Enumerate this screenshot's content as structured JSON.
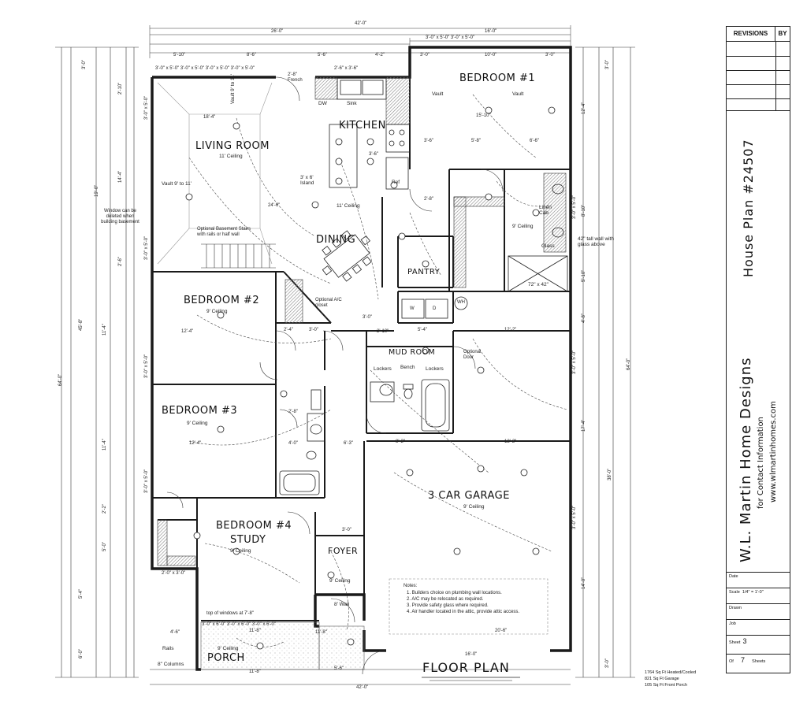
{
  "plan": {
    "title": "FLOOR PLAN",
    "overall_width": "42'-0\"",
    "overall_depth": "64'-0\"",
    "left_depth": "45'-8\"",
    "top_left_width": "26'-0\"",
    "top_right_width": "16'-0\""
  },
  "rooms": {
    "bedroom1": {
      "name": "BEDROOM #1",
      "note": "Vault",
      "note2": "Vault",
      "dim": "15'-10\""
    },
    "kitchen": {
      "name": "KITCHEN",
      "dw": "DW",
      "sink": "Sink",
      "island": "3' x 6' Island",
      "ref": "Ref"
    },
    "living": {
      "name": "LIVING ROOM",
      "ceiling": "11' Ceiling",
      "vault": "Vault 9' to 11'",
      "vault2": "Vault 9' to 11'",
      "ceiling2": "11' Ceiling"
    },
    "dining": {
      "name": "DINING"
    },
    "pantry": {
      "name": "PANTRY"
    },
    "bedroom2": {
      "name": "BEDROOM #2",
      "ceiling": "9' Ceiling"
    },
    "bedroom3": {
      "name": "BEDROOM #3",
      "ceiling": "9' Ceiling"
    },
    "bedroom4": {
      "name": "BEDROOM #4",
      "name2": "STUDY",
      "ceiling": "9' Ceiling"
    },
    "mudroom": {
      "name": "MUD ROOM",
      "lockers": "Lockers",
      "bench": "Bench",
      "lockers2": "Lockers"
    },
    "garage": {
      "name": "3 CAR GARAGE",
      "ceiling": "9' Ceiling"
    },
    "foyer": {
      "name": "FOYER",
      "ceiling": "9' Ceiling",
      "wall": "8' Wall"
    },
    "porch": {
      "name": "PORCH",
      "ceiling": "9' Ceiling",
      "rails": "Rails",
      "columns": "8\" Columns"
    },
    "bath": {
      "ceiling": "9' Ceiling",
      "linen": "Linen Cab",
      "glass": "Glass",
      "shower": "72\" x 42\"",
      "tallwall": "42\" tall wall with glass above"
    }
  },
  "notes": {
    "window": "Window can be deleted when building basement",
    "stairs": "Optional Basement Stairs with rails or half wall",
    "ac_closet": "Optional A/C closet",
    "opt_door": "Optional Door",
    "window_top": "top of windows at 7'-8\"",
    "french": "2'-8\" French",
    "wh": "WH",
    "w": "W",
    "d": "D",
    "general_title": "Notes:",
    "general": [
      "1.  Builders choice on plumbing wall locations.",
      "2.  A/C may be relocated as required.",
      "3.  Provide safety glass where required.",
      "4.  Air handler located in the attic, provide attic access."
    ]
  },
  "square_footage": [
    "1764 Sq Ft Heated/Cooled",
    "821 Sq Ft Garage",
    "105 Sq Ft Front Porch"
  ],
  "dimensions": {
    "top_row": [
      "5'-10\"",
      "8'-6\"",
      "5'-6\"",
      "4'-2\"",
      "3'-0\"",
      "10'-0\"",
      "3'-0\""
    ],
    "windows_top": "3'-0\" x 5'-0\" 3'-0\" x 5'-0\" 3'-0\" x 5'-0\" 3'-0\" x 5'-0\"",
    "windows_top_right": "3'-0\" x 5'-0\"   3'-0\" x 5'-0\"",
    "kitchen_window": "2'-6\" x 3'-6\"",
    "living_w": "18'-4\"",
    "living_w2": "24'-6\"",
    "bed2_w": "12'-4\"",
    "bed3_w": "12'-4\"",
    "garage_w": "12'-2\"",
    "garage_w2": "12'-2\"",
    "garage_bottom": "20'-6\"",
    "porch_w": "11'-8\"",
    "porch_w2": "11'-8\"",
    "porch_windows": "3'-0\" x 6'-0\" 3'-0\" x 6'-0\" 3'-0\" x 6'-0\"",
    "porch_left": "4'-6\"",
    "porch_depth": "5'-6\"",
    "bottom_total": "42'-0\"",
    "garage_bottom2": "16'-0\"",
    "bed4_window": "2'-0\" x 3'-0\"",
    "bed1_dims": [
      "3'-6\"",
      "5'-8\"",
      "6'-6\""
    ],
    "left_side": [
      "3'-0\"",
      "2'-10\"",
      "14'-4\"",
      "2'-6\"",
      "11'-4\"",
      "11'-4\"",
      "2'-2\"",
      "5'-0\"",
      "5'-4\"",
      "6'-0\""
    ],
    "right_side": [
      "3'-0\"",
      "12'-4\"",
      "8'-10\"",
      "5'-10\"",
      "4'-8\"",
      "17'-4\"",
      "14'-0\"",
      "3'-0\""
    ],
    "right_total": "38'-0\"",
    "right_total2": "64'-0\"",
    "left_total": "64'-0\"",
    "left_total2": "19'-0\"",
    "left_windows": [
      "3'-0\" x 5'-0\"",
      "3'-0\" x 5'-0\"",
      "3'-0\" x 5'-0\"",
      "3'-0\" x 5'-0\""
    ],
    "right_windows": [
      "3'-0\" x 5'-0\"",
      "3'-0\" x 5'-0\"",
      "3'-0\" x 5'-0\""
    ],
    "center": [
      "3'-0\"",
      "5'-4\"",
      "2'-10\"",
      "3'-0\"",
      "8'-2\"",
      "6'-3\"",
      "11'-8\"",
      "2'-8\"",
      "3'-6\"",
      "4'-0\"",
      "2'-8\"",
      "2'-4\"",
      "3'-0\""
    ]
  },
  "title_block": {
    "revisions": "REVISIONS",
    "by": "BY",
    "plan_name": "House Plan #24507",
    "company": "W.L. Martin Home Designs",
    "contact": "for Contact Information",
    "website": "www.wlmartinhomes.com",
    "date_label": "Date",
    "scale_label": "Scale",
    "scale_value": "1/4\" = 1'-0\"",
    "drawn_label": "Drawn",
    "job_label": "Job",
    "sheet_label": "Sheet",
    "sheet_value": "3",
    "of_label": "Of",
    "of_value": "7",
    "sheets_label": "Sheets"
  },
  "colors": {
    "line": "#1a1a1a",
    "hatch": "#9a9a9a",
    "light": "#bbbbbb"
  }
}
